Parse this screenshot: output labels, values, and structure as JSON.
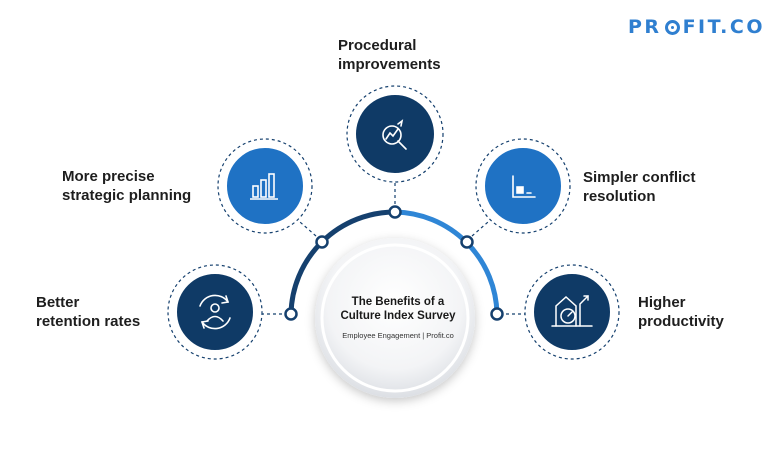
{
  "brand": {
    "logo_prefix": "PR",
    "logo_suffix": "FIT.CO",
    "color": "#2f7fd0"
  },
  "center": {
    "title": "The Benefits of a\nCulture Index Survey",
    "subtitle": "Employee Engagement | Profit.co"
  },
  "colors": {
    "dark_navy": "#0f3a66",
    "bright_blue": "#1f72c4",
    "arc_dark": "#15406e",
    "arc_light": "#2f86d6"
  },
  "benefits": [
    {
      "label": "Better\nretention rates",
      "icon": "user-cycle-icon"
    },
    {
      "label": "More precise\nstrategic planning",
      "icon": "bar-chart-icon"
    },
    {
      "label": "Procedural\nimprovements",
      "icon": "magnifier-chart-icon"
    },
    {
      "label": "Simpler conflict\nresolution",
      "icon": "chart-axis-icon"
    },
    {
      "label": "Higher\nproductivity",
      "icon": "growth-gauge-icon"
    }
  ]
}
